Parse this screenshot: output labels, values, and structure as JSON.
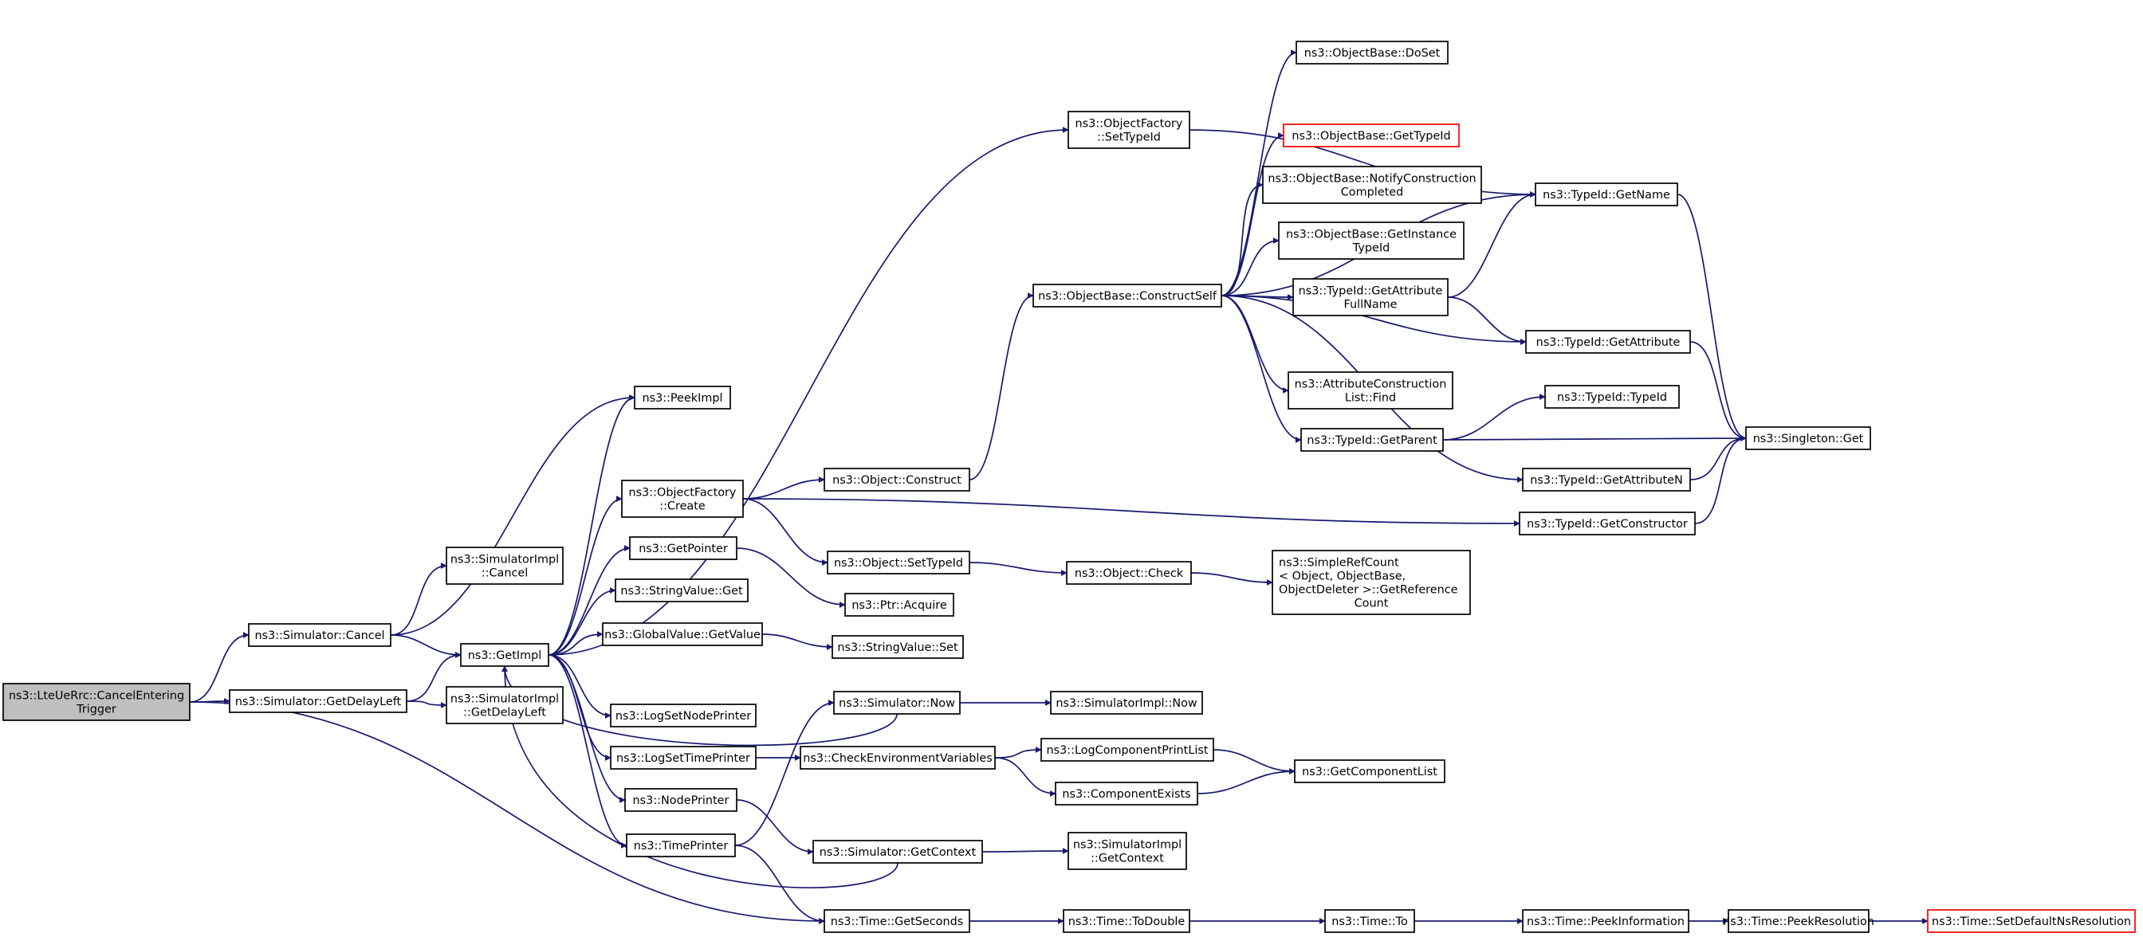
{
  "graph": {
    "edge_color": "#191970",
    "root_fill": "#bfbfbf",
    "truncated_border": "#ff0000",
    "nodes": {
      "n1": {
        "lines": [
          "ns3::LteUeRrc::CancelEntering",
          "Trigger"
        ],
        "root": true
      },
      "n2": {
        "lines": [
          "ns3::Simulator::Cancel"
        ]
      },
      "n3": {
        "lines": [
          "ns3::Simulator::GetDelayLeft"
        ]
      },
      "n4": {
        "lines": [
          "ns3::SimulatorImpl",
          "::Cancel"
        ]
      },
      "n5": {
        "lines": [
          "ns3::GetImpl"
        ]
      },
      "n6": {
        "lines": [
          "ns3::SimulatorImpl",
          "::GetDelayLeft"
        ]
      },
      "n7": {
        "lines": [
          "ns3::PeekImpl"
        ]
      },
      "n8": {
        "lines": [
          "ns3::ObjectFactory",
          "::Create"
        ]
      },
      "n9": {
        "lines": [
          "ns3::GetPointer"
        ]
      },
      "n10": {
        "lines": [
          "ns3::StringValue::Get"
        ]
      },
      "n11": {
        "lines": [
          "ns3::GlobalValue::GetValue"
        ]
      },
      "n12": {
        "lines": [
          "ns3::LogSetNodePrinter"
        ]
      },
      "n13": {
        "lines": [
          "ns3::LogSetTimePrinter"
        ]
      },
      "n14": {
        "lines": [
          "ns3::NodePrinter"
        ]
      },
      "n15": {
        "lines": [
          "ns3::TimePrinter"
        ]
      },
      "n16": {
        "lines": [
          "ns3::ObjectFactory",
          "::SetTypeId"
        ]
      },
      "n17": {
        "lines": [
          "ns3::Object::Construct"
        ]
      },
      "n18": {
        "lines": [
          "ns3::Object::SetTypeId"
        ]
      },
      "n19": {
        "lines": [
          "ns3::Ptr::Acquire"
        ]
      },
      "n20": {
        "lines": [
          "ns3::StringValue::Set"
        ]
      },
      "n21": {
        "lines": [
          "ns3::Simulator::Now"
        ]
      },
      "n22": {
        "lines": [
          "ns3::CheckEnvironmentVariables"
        ]
      },
      "n23": {
        "lines": [
          "ns3::Simulator::GetContext"
        ]
      },
      "n24": {
        "lines": [
          "ns3::Time::GetSeconds"
        ]
      },
      "n25": {
        "lines": [
          "ns3::ObjectBase::ConstructSelf"
        ]
      },
      "n26": {
        "lines": [
          "ns3::Object::Check"
        ]
      },
      "n27": {
        "lines": [
          "ns3::SimulatorImpl::Now"
        ]
      },
      "n28": {
        "lines": [
          "ns3::LogComponentPrintList"
        ]
      },
      "n29": {
        "lines": [
          "ns3::ComponentExists"
        ]
      },
      "n30": {
        "lines": [
          "ns3::SimulatorImpl",
          "::GetContext"
        ]
      },
      "n31": {
        "lines": [
          "ns3::Time::ToDouble"
        ]
      },
      "n32": {
        "lines": [
          "ns3::ObjectBase::DoSet"
        ]
      },
      "n33": {
        "lines": [
          "ns3::ObjectBase::GetTypeId"
        ],
        "truncated": true
      },
      "n34": {
        "lines": [
          "ns3::ObjectBase::NotifyConstruction",
          "Completed"
        ]
      },
      "n35": {
        "lines": [
          "ns3::ObjectBase::GetInstance",
          "TypeId"
        ]
      },
      "n36": {
        "lines": [
          "ns3::TypeId::GetAttribute",
          "FullName"
        ]
      },
      "n37": {
        "lines": [
          "ns3::AttributeConstruction",
          "List::Find"
        ]
      },
      "n38": {
        "lines": [
          "ns3::TypeId::GetParent"
        ]
      },
      "n39": {
        "lines": [
          "ns3::SimpleRefCount",
          "< Object, ObjectBase,",
          " ObjectDeleter >::GetReference",
          "Count"
        ]
      },
      "n40": {
        "lines": [
          "ns3::GetComponentList"
        ]
      },
      "n41": {
        "lines": [
          "ns3::Time::To"
        ]
      },
      "n42": {
        "lines": [
          "ns3::TypeId::GetName"
        ]
      },
      "n43": {
        "lines": [
          "ns3::TypeId::GetAttribute"
        ]
      },
      "n44": {
        "lines": [
          "ns3::TypeId::TypeId"
        ]
      },
      "n45": {
        "lines": [
          "ns3::TypeId::GetAttributeN"
        ]
      },
      "n46": {
        "lines": [
          "ns3::TypeId::GetConstructor"
        ]
      },
      "n47": {
        "lines": [
          "ns3::Time::PeekInformation"
        ]
      },
      "n48": {
        "lines": [
          "ns3::Singleton::Get"
        ]
      },
      "n49": {
        "lines": [
          "ns3::Time::PeekResolution"
        ]
      },
      "n50": {
        "lines": [
          "ns3::Time::SetDefaultNsResolution"
        ],
        "truncated": true
      }
    },
    "edges": [
      [
        "n1",
        "n2"
      ],
      [
        "n1",
        "n3"
      ],
      [
        "n1",
        "n24"
      ],
      [
        "n2",
        "n4"
      ],
      [
        "n2",
        "n5"
      ],
      [
        "n2",
        "n7"
      ],
      [
        "n3",
        "n5"
      ],
      [
        "n3",
        "n6"
      ],
      [
        "n5",
        "n7"
      ],
      [
        "n5",
        "n8"
      ],
      [
        "n5",
        "n9"
      ],
      [
        "n5",
        "n10"
      ],
      [
        "n5",
        "n11"
      ],
      [
        "n5",
        "n12"
      ],
      [
        "n5",
        "n13"
      ],
      [
        "n5",
        "n14"
      ],
      [
        "n5",
        "n15"
      ],
      [
        "n5",
        "n16"
      ],
      [
        "n8",
        "n17"
      ],
      [
        "n8",
        "n18"
      ],
      [
        "n8",
        "n46"
      ],
      [
        "n9",
        "n19"
      ],
      [
        "n11",
        "n20"
      ],
      [
        "n13",
        "n22"
      ],
      [
        "n14",
        "n23"
      ],
      [
        "n15",
        "n21"
      ],
      [
        "n15",
        "n24"
      ],
      [
        "n17",
        "n25"
      ],
      [
        "n18",
        "n26"
      ],
      [
        "n21",
        "n5"
      ],
      [
        "n21",
        "n27"
      ],
      [
        "n22",
        "n28"
      ],
      [
        "n22",
        "n29"
      ],
      [
        "n23",
        "n5"
      ],
      [
        "n23",
        "n30"
      ],
      [
        "n24",
        "n31"
      ],
      [
        "n25",
        "n32"
      ],
      [
        "n25",
        "n33"
      ],
      [
        "n25",
        "n34"
      ],
      [
        "n25",
        "n35"
      ],
      [
        "n25",
        "n36"
      ],
      [
        "n25",
        "n37"
      ],
      [
        "n25",
        "n38"
      ],
      [
        "n25",
        "n42"
      ],
      [
        "n25",
        "n43"
      ],
      [
        "n25",
        "n45"
      ],
      [
        "n16",
        "n42"
      ],
      [
        "n26",
        "n39"
      ],
      [
        "n28",
        "n40"
      ],
      [
        "n29",
        "n40"
      ],
      [
        "n31",
        "n41"
      ],
      [
        "n36",
        "n42"
      ],
      [
        "n36",
        "n43"
      ],
      [
        "n38",
        "n44"
      ],
      [
        "n38",
        "n48"
      ],
      [
        "n41",
        "n47"
      ],
      [
        "n42",
        "n48"
      ],
      [
        "n43",
        "n48"
      ],
      [
        "n45",
        "n48"
      ],
      [
        "n46",
        "n48"
      ],
      [
        "n47",
        "n49"
      ],
      [
        "n49",
        "n50"
      ]
    ]
  }
}
